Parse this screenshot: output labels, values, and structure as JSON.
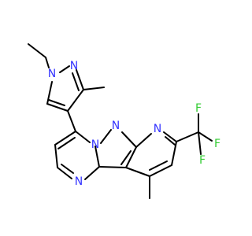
{
  "molecule": {
    "colors": {
      "bond": "#000000",
      "nitrogen": "#3333ff",
      "fluorine": "#33cc33",
      "background": "#ffffff"
    },
    "atoms": [
      {
        "id": "n1",
        "element": "N",
        "label": "N"
      },
      {
        "id": "n2",
        "element": "N",
        "label": "N"
      },
      {
        "id": "n3",
        "element": "N",
        "label": "N"
      },
      {
        "id": "n4",
        "element": "N",
        "label": "N"
      },
      {
        "id": "n5",
        "element": "N",
        "label": "N"
      },
      {
        "id": "n6",
        "element": "N",
        "label": "N"
      },
      {
        "id": "f1",
        "element": "F",
        "label": "F"
      },
      {
        "id": "f2",
        "element": "F",
        "label": "F"
      },
      {
        "id": "f3",
        "element": "F",
        "label": "F"
      }
    ]
  }
}
